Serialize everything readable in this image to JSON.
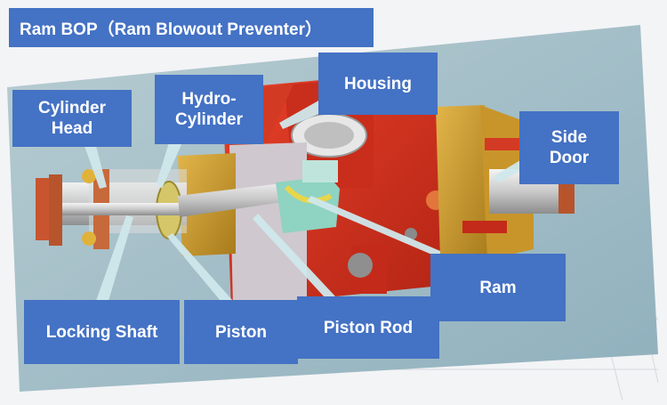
{
  "title": "Ram BOP（Ram Blowout Preventer）",
  "labels": {
    "cylinder_head": "Cylinder\nHead",
    "hydro_cylinder": "Hydro-\nCylinder",
    "housing": "Housing",
    "side_door": "Side\nDoor",
    "ram": "Ram",
    "locking_shaft": "Locking Shaft",
    "piston": "Piston",
    "piston_rod": "Piston Rod"
  },
  "colors": {
    "label_fill": "#4472c4",
    "label_text": "#ffffff",
    "housing_red": "#d9301e",
    "door_gold": "#c79a2e",
    "scene_bg": "#9fbcc6"
  }
}
